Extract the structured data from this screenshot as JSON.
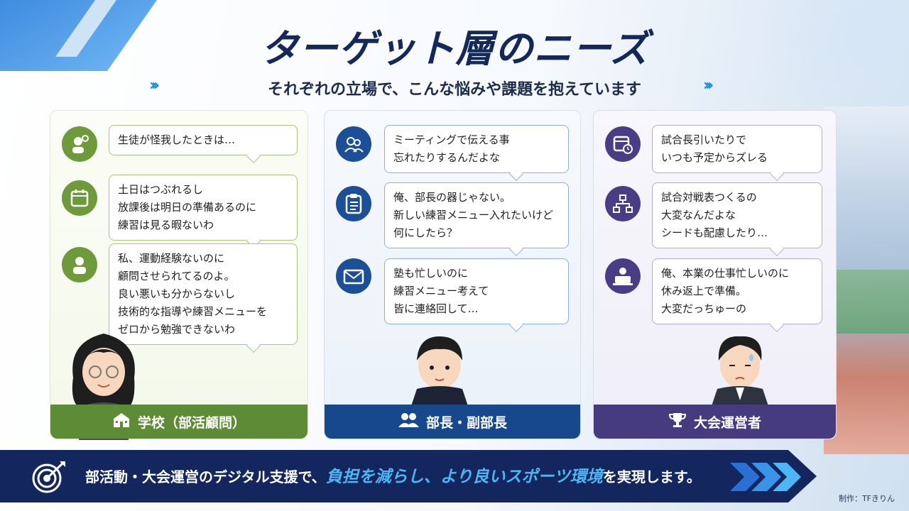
{
  "title": "ターゲット層のニーズ",
  "subtitle": "それぞれの立場で、こんな悩みや課題を抱えています",
  "columns": [
    {
      "label": "学校（部活顧問）",
      "bubbles": [
        {
          "lines": [
            "生徒が怪我したときは…"
          ]
        },
        {
          "lines": [
            "土日はつぶれるし",
            "放課後は明日の準備あるのに",
            "練習は見る暇ないわ"
          ]
        },
        {
          "lines": [
            "私、運動経験ないのに",
            "顧問させられてるのよ。",
            "良い悪いも分からないし",
            "技術的な指導や練習メニューを",
            "ゼロから勉強できないわ"
          ]
        }
      ]
    },
    {
      "label": "部長・副部長",
      "bubbles": [
        {
          "lines": [
            "ミーティングで伝える事",
            "忘れたりするんだよな"
          ]
        },
        {
          "lines": [
            "俺、部長の器じゃない。",
            "新しい練習メニュー入れたいけど",
            "何にしたら？"
          ]
        },
        {
          "lines": [
            "塾も忙しいのに",
            "練習メニュー考えて",
            "皆に連絡回して…"
          ]
        }
      ]
    },
    {
      "label": "大会運営者",
      "bubbles": [
        {
          "lines": [
            "試合長引いたりで",
            "いつも予定からズレる"
          ]
        },
        {
          "lines": [
            "試合対戦表つくるの",
            "大変なんだよな",
            "シードも配慮したり…"
          ]
        },
        {
          "lines": [
            "俺、本業の仕事忙しいのに",
            "休み返上で準備。",
            "大変だっちゅーの"
          ]
        }
      ]
    }
  ],
  "footer": {
    "prefix": "部活動・大会運営のデジタル支援で、",
    "highlight": "負担を減らし、より良いスポーツ環境",
    "suffix": "を実現します。"
  },
  "credit": "制作：TFきりん",
  "colors": {
    "green": "#5e8c36",
    "blue": "#17488c",
    "purple": "#473b80",
    "navy": "#13275e",
    "accent": "#4fb6f5"
  }
}
